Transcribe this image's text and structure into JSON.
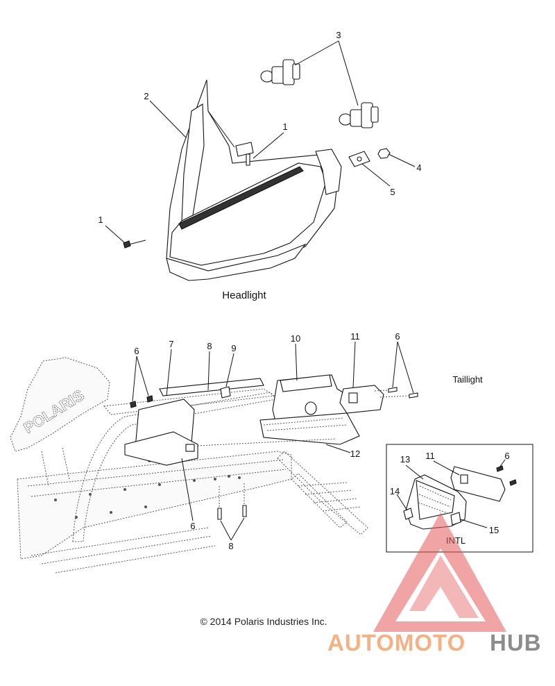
{
  "sections": {
    "headlight_label": "Headlight",
    "taillight_label": "Taillight",
    "intl_label": "INTL"
  },
  "callouts": {
    "c3": "3",
    "c2": "2",
    "c1a": "1",
    "c1b": "1",
    "c4": "4",
    "c5": "5",
    "c6a": "6",
    "c7": "7",
    "c8a": "8",
    "c9": "9",
    "c10": "10",
    "c11a": "11",
    "c6b": "6",
    "c12": "12",
    "c6c": "6",
    "c8b": "8",
    "c13": "13",
    "c11b": "11",
    "c6d": "6",
    "c14": "14",
    "c15": "15"
  },
  "copyright": "© 2014 Polaris Industries Inc.",
  "watermark": {
    "part1": "AUTOMOTO",
    "part2": "HUB",
    "colors": {
      "light": "#f4b183",
      "gray": "#8c8c8c",
      "red": "#e65b5b"
    }
  },
  "seat_logo": "POLARIS"
}
